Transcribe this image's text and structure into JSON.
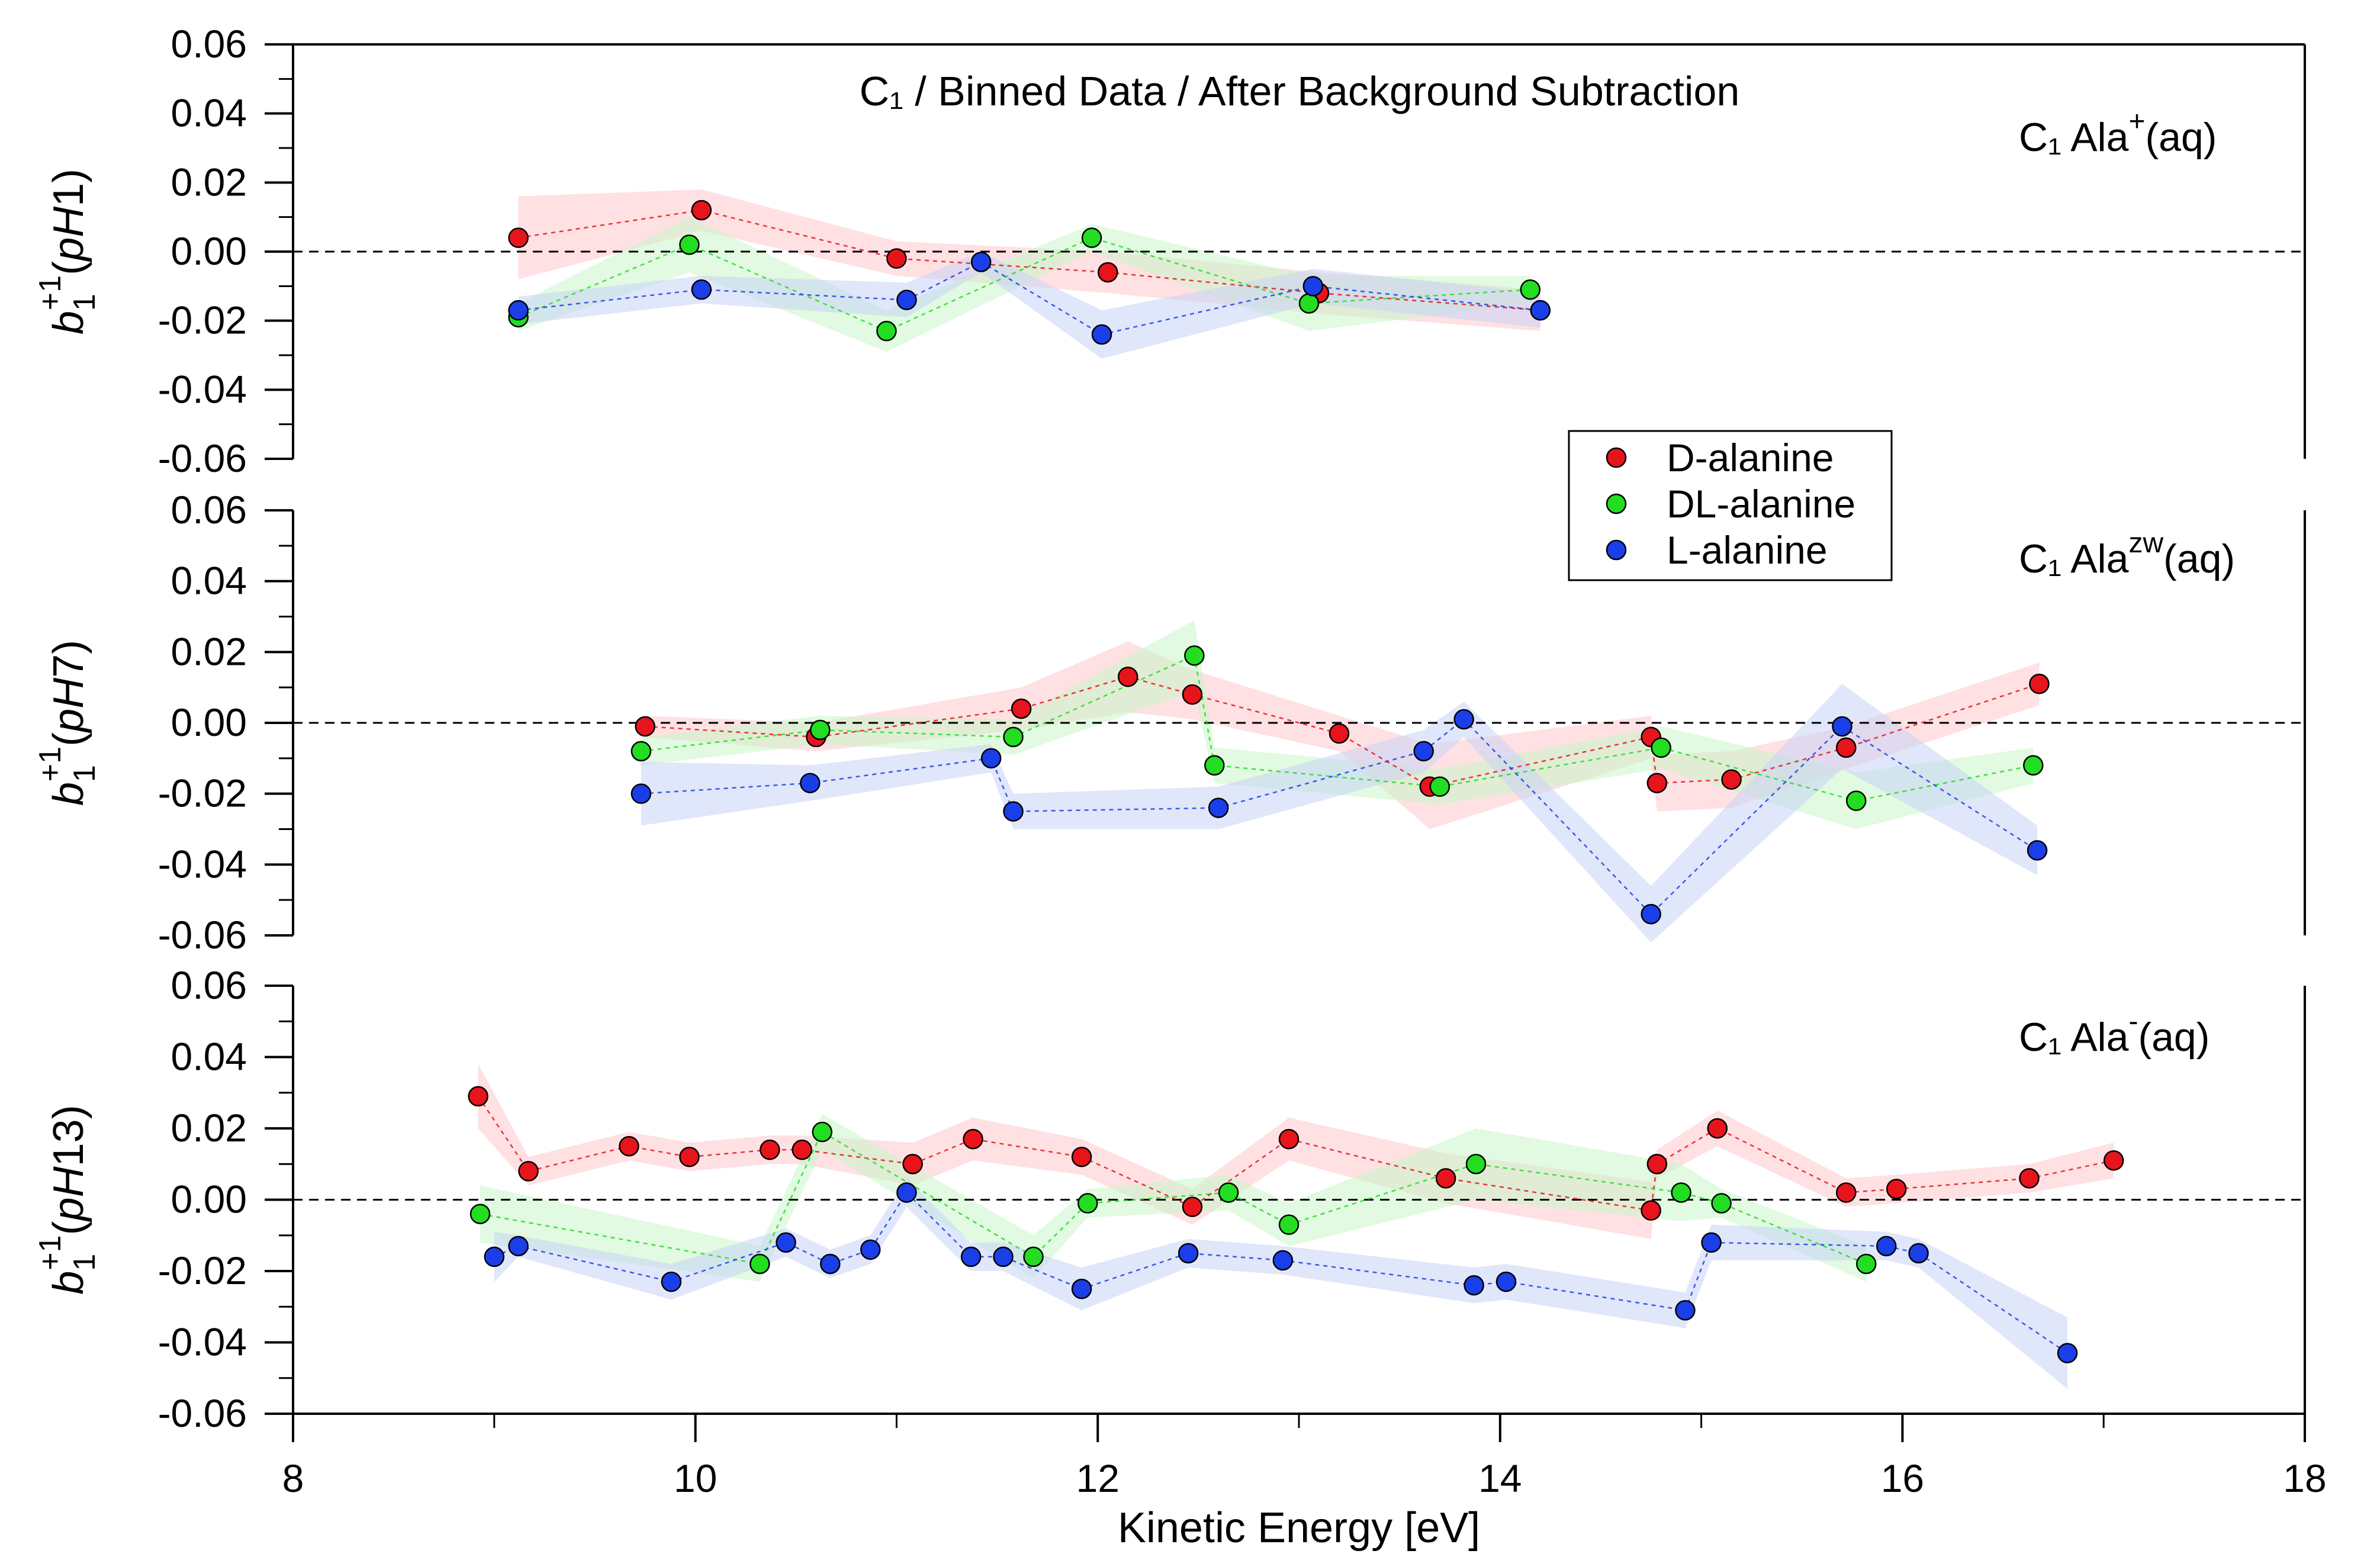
{
  "chart_data": {
    "type": "scatter",
    "title": "C₁ / Binned Data / After Background Subtraction",
    "xlabel": "Kinetic Energy [eV]",
    "xlim": [
      8,
      18
    ],
    "xticks": [
      "8",
      "10",
      "12",
      "14",
      "16",
      "18"
    ],
    "yticks": [
      "0.06",
      "0.04",
      "0.02",
      "0.00",
      "-0.02",
      "-0.04",
      "-0.06"
    ],
    "legend": {
      "position": "center-right",
      "entries": [
        "D-alanine",
        "DL-alanine",
        "L-alanine"
      ]
    },
    "colors": {
      "D-alanine": "#e8141c",
      "DL-alanine": "#22dd22",
      "L-alanine": "#1a3fe8",
      "band_D": "#ffc8cc",
      "band_DL": "#c8f5c8",
      "band_L": "#c8d4f5"
    },
    "panels": [
      {
        "label_main": "C₁ Ala",
        "label_sup": "+",
        "label_tail": "(aq)",
        "ylabel": "b₁⁺¹(pH1)",
        "ylim": [
          -0.06,
          0.06
        ],
        "series": [
          {
            "name": "D-alanine",
            "x": [
              9.12,
              10.03,
              11.0,
              12.05,
              13.1,
              14.2
            ],
            "y": [
              0.004,
              0.012,
              -0.002,
              -0.006,
              -0.012,
              -0.017
            ],
            "err": [
              0.012,
              0.006,
              0.005,
              0.006,
              0.006,
              0.006
            ]
          },
          {
            "name": "DL-alanine",
            "x": [
              9.12,
              9.97,
              10.95,
              11.97,
              13.05,
              14.15
            ],
            "y": [
              -0.019,
              0.002,
              -0.023,
              0.004,
              -0.015,
              -0.011
            ],
            "err": [
              0.004,
              0.008,
              0.006,
              0.004,
              0.008,
              0.004
            ]
          },
          {
            "name": "L-alanine",
            "x": [
              9.12,
              10.03,
              11.05,
              11.42,
              12.02,
              13.07,
              14.2
            ],
            "y": [
              -0.017,
              -0.011,
              -0.014,
              -0.003,
              -0.024,
              -0.01,
              -0.017
            ],
            "err": [
              0.004,
              0.004,
              0.005,
              0.003,
              0.007,
              0.005,
              0.005
            ]
          }
        ]
      },
      {
        "label_main": "C₁ Ala",
        "label_sup": "zw",
        "label_tail": "(aq)",
        "ylabel": "b₁⁺¹(pH7)",
        "ylim": [
          -0.06,
          0.06
        ],
        "series": [
          {
            "name": "D-alanine",
            "x": [
              9.75,
              10.6,
              11.62,
              12.15,
              12.47,
              13.2,
              13.65,
              14.75,
              14.78,
              15.15,
              15.72,
              16.68
            ],
            "y": [
              -0.001,
              -0.004,
              0.004,
              0.013,
              0.008,
              -0.003,
              -0.018,
              -0.004,
              -0.017,
              -0.016,
              -0.007,
              0.011
            ],
            "err": [
              0.003,
              0.004,
              0.006,
              0.01,
              0.007,
              0.005,
              0.012,
              0.006,
              0.008,
              0.008,
              0.006,
              0.006
            ]
          },
          {
            "name": "DL-alanine",
            "x": [
              9.73,
              10.62,
              11.58,
              12.48,
              12.58,
              13.7,
              14.8,
              15.77,
              16.65
            ],
            "y": [
              -0.008,
              -0.002,
              -0.004,
              0.019,
              -0.012,
              -0.018,
              -0.007,
              -0.022,
              -0.012
            ],
            "err": [
              0.004,
              0.004,
              0.005,
              0.01,
              0.005,
              0.005,
              0.006,
              0.008,
              0.005
            ]
          },
          {
            "name": "L-alanine",
            "x": [
              9.73,
              10.57,
              11.47,
              11.58,
              12.6,
              13.62,
              13.82,
              14.75,
              15.7,
              16.67
            ],
            "y": [
              -0.02,
              -0.017,
              -0.01,
              -0.025,
              -0.024,
              -0.008,
              0.001,
              -0.054,
              -0.001,
              -0.036
            ],
            "err": [
              0.009,
              0.005,
              0.004,
              0.005,
              0.006,
              0.006,
              0.005,
              0.008,
              0.012,
              0.007
            ]
          }
        ]
      },
      {
        "label_main": "C₁ Ala",
        "label_sup": "-",
        "label_tail": "(aq)",
        "ylabel": "b₁⁺¹(pH13)",
        "ylim": [
          -0.06,
          0.06
        ],
        "series": [
          {
            "name": "D-alanine",
            "x": [
              8.92,
              9.17,
              9.67,
              9.97,
              10.37,
              10.53,
              11.08,
              11.38,
              11.92,
              12.47,
              12.95,
              13.73,
              14.75,
              14.78,
              15.08,
              15.72,
              15.97,
              16.63,
              17.05
            ],
            "y": [
              0.029,
              0.008,
              0.015,
              0.012,
              0.014,
              0.014,
              0.01,
              0.017,
              0.012,
              -0.002,
              0.017,
              0.006,
              -0.003,
              0.01,
              0.02,
              0.002,
              0.003,
              0.006,
              0.011
            ],
            "err": [
              0.009,
              0.004,
              0.004,
              0.004,
              0.004,
              0.004,
              0.006,
              0.006,
              0.005,
              0.005,
              0.006,
              0.007,
              0.008,
              0.004,
              0.005,
              0.004,
              0.004,
              0.004,
              0.005
            ]
          },
          {
            "name": "DL-alanine",
            "x": [
              8.93,
              10.32,
              10.63,
              11.68,
              11.95,
              12.65,
              12.95,
              13.88,
              14.9,
              15.1,
              15.82
            ],
            "y": [
              -0.004,
              -0.018,
              0.019,
              -0.016,
              -0.001,
              0.002,
              -0.007,
              0.01,
              0.002,
              -0.001,
              -0.018
            ],
            "err": [
              0.008,
              0.005,
              0.005,
              0.006,
              0.004,
              0.005,
              0.006,
              0.01,
              0.008,
              0.004,
              0.005
            ]
          },
          {
            "name": "L-alanine",
            "x": [
              9.0,
              9.12,
              9.88,
              10.45,
              10.67,
              10.87,
              11.05,
              11.37,
              11.53,
              11.92,
              12.45,
              12.92,
              13.87,
              14.03,
              14.92,
              15.05,
              15.92,
              16.08,
              16.82
            ],
            "y": [
              -0.016,
              -0.013,
              -0.023,
              -0.012,
              -0.018,
              -0.014,
              0.002,
              -0.016,
              -0.016,
              -0.025,
              -0.015,
              -0.017,
              -0.024,
              -0.023,
              -0.031,
              -0.012,
              -0.013,
              -0.015,
              -0.043
            ],
            "err": [
              0.007,
              0.003,
              0.005,
              0.004,
              0.004,
              0.004,
              0.004,
              0.004,
              0.004,
              0.006,
              0.004,
              0.004,
              0.005,
              0.005,
              0.005,
              0.005,
              0.004,
              0.004,
              0.01
            ]
          }
        ]
      }
    ]
  }
}
